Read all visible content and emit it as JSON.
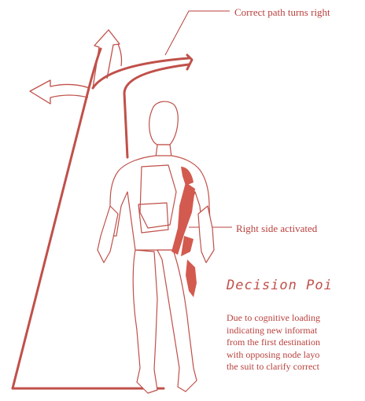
{
  "annotations": {
    "top": "Correct path turns right",
    "right_side": "Right side activated"
  },
  "section": {
    "title": "Decision Poi",
    "body_lines": [
      "Due to cognitive loading",
      "indicating new informat",
      "from the first destination",
      "with opposing node layo",
      "the suit to clarify correct"
    ]
  },
  "colors": {
    "line": "#c0504a",
    "fill": "#d35a4f",
    "text": "#b8413d",
    "background": "#ffffff"
  }
}
